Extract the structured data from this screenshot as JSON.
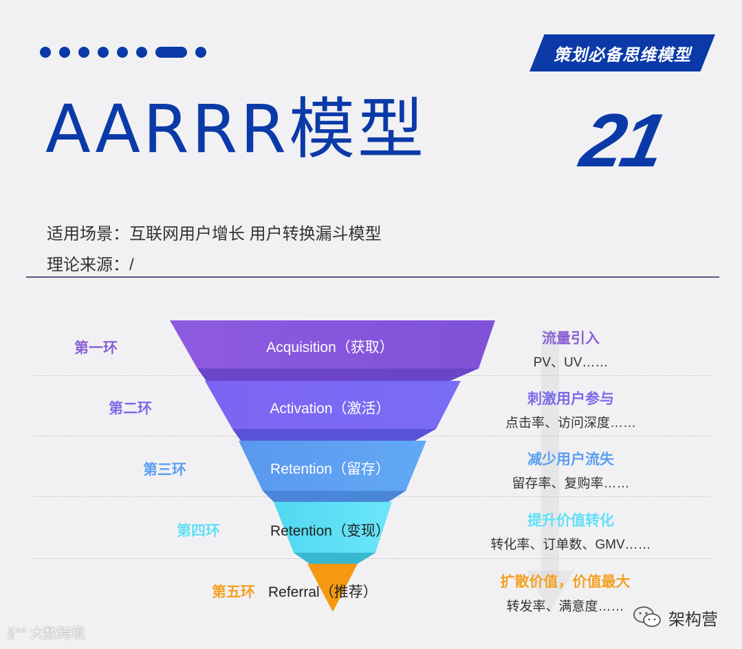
{
  "header": {
    "series_badge": "策划必备思维模型",
    "title": "AARRR模型",
    "model_number": "21",
    "applicable_label": "适用场景：互联网用户增长 用户转换漏斗模型",
    "source_label": "理论来源：/"
  },
  "colors": {
    "brand_blue": "#0b3aa8",
    "stage1": "#8a55dd",
    "stage2": "#7a66f0",
    "stage3": "#5b9ef0",
    "stage4": "#5ee0f5",
    "stage5": "#f59a10"
  },
  "funnel": {
    "stages": [
      {
        "ring": "第一环",
        "name": "Acquisition（获取）",
        "goal": "流量引入",
        "metrics": "PV、UV……"
      },
      {
        "ring": "第二环",
        "name": "Activation（激活）",
        "goal": "刺激用户参与",
        "metrics": "点击率、访问深度……"
      },
      {
        "ring": "第三环",
        "name": "Retention（留存）",
        "goal": "减少用户流失",
        "metrics": "留存率、复购率……"
      },
      {
        "ring": "第四环",
        "name": "Retention（变现）",
        "goal": "提升价值转化",
        "metrics": "转化率、订单数、GMV……"
      },
      {
        "ring": "第五环",
        "name": "Referral（推荐）",
        "goal": "扩散价值，价值最大",
        "metrics": "转发率、满意度……"
      }
    ]
  },
  "footer": {
    "watermark_left": "大数跨境",
    "watermark_right": "架构营"
  }
}
